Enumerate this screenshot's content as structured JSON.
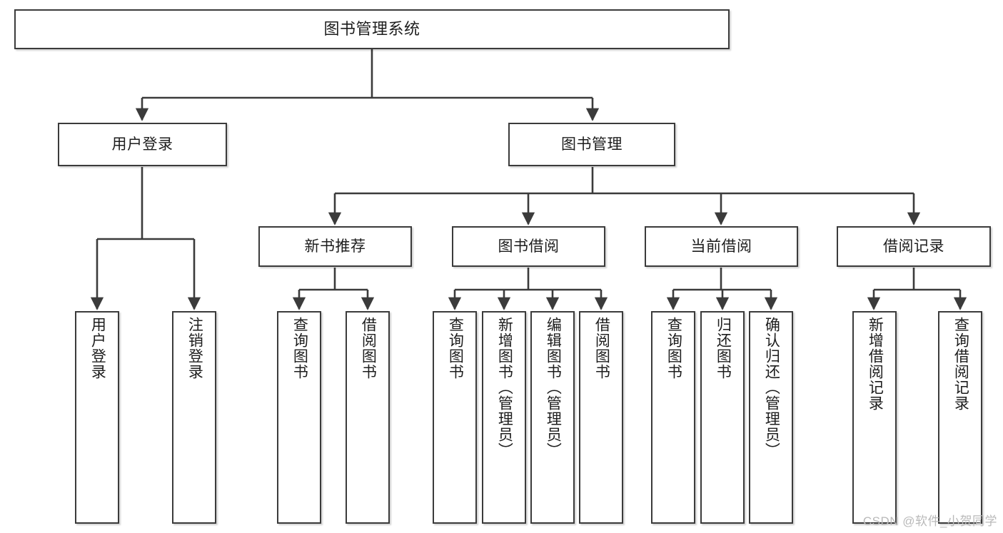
{
  "diagram": {
    "title": "图书管理系统",
    "watermark": "CSDN @软件_小贺同学",
    "stroke_color": "#3b3b3b",
    "background_color": "#ffffff",
    "text_color": "#1d1d1d",
    "watermark_color": "#b9b9b9"
  },
  "nodes": {
    "root": {
      "label": "图书管理系统"
    },
    "level1": [
      {
        "label": "用户登录"
      },
      {
        "label": "图书管理"
      }
    ],
    "level2": [
      {
        "label": "新书推荐"
      },
      {
        "label": "图书借阅"
      },
      {
        "label": "当前借阅"
      },
      {
        "label": "借阅记录"
      }
    ],
    "leaves": {
      "user_login": [
        {
          "label": "用户登录"
        },
        {
          "label": "注销登录"
        }
      ],
      "new_book_recommend": [
        {
          "label": "查询图书"
        },
        {
          "label": "借阅图书"
        }
      ],
      "book_borrow": [
        {
          "label": "查询图书"
        },
        {
          "label": "新增图书（管理员）"
        },
        {
          "label": "编辑图书（管理员）"
        },
        {
          "label": "借阅图书"
        }
      ],
      "current_borrow": [
        {
          "label": "查询图书"
        },
        {
          "label": "归还图书"
        },
        {
          "label": "确认归还（管理员）"
        }
      ],
      "borrow_record": [
        {
          "label": "新增借阅记录"
        },
        {
          "label": "查询借阅记录"
        }
      ]
    }
  }
}
